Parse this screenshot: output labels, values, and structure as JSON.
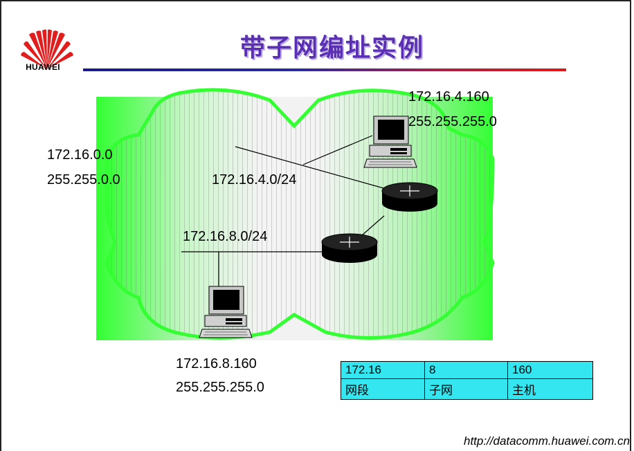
{
  "brand": {
    "logo_text": "HUAWEI"
  },
  "slide": {
    "title": "带子网编址实例"
  },
  "network": {
    "major_address": "172.16.0.0",
    "major_mask": "255.255.0.0",
    "subnet_upper": "172.16.4.0/24",
    "subnet_lower": "172.16.8.0/24"
  },
  "host_top": {
    "address": "172.16.4.160",
    "mask": "255.255.255.0",
    "icon": "computer-icon"
  },
  "host_bottom": {
    "address": "172.16.8.160",
    "mask": "255.255.255.0",
    "icon": "computer-icon"
  },
  "routers": [
    {
      "icon": "router-icon"
    },
    {
      "icon": "router-icon"
    }
  ],
  "address_table": {
    "rows": [
      [
        "172.16",
        "8",
        "160"
      ],
      [
        "网段",
        "子网",
        "主机"
      ]
    ]
  },
  "colors": {
    "cloud_green": "#33ff33",
    "title": "#5b2fb4",
    "table_bg": "#33e6f0"
  },
  "footer": {
    "url": "http://datacomm.huawei.com.cn"
  }
}
